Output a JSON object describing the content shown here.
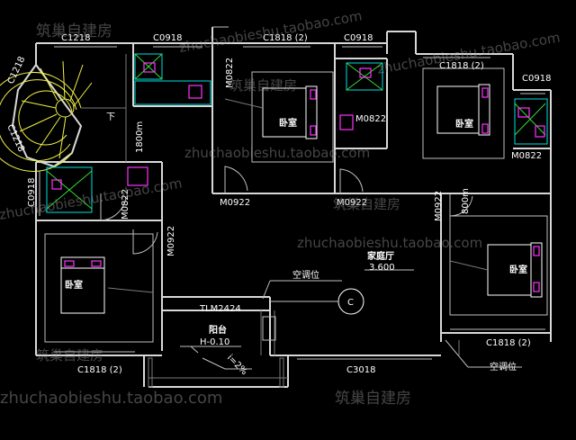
{
  "labels": {
    "c1218_top": "C1218",
    "c0918_top1": "C0918",
    "c1818_top1": "C1818 (2)",
    "c0918_top2": "C0918",
    "c1818_top2": "C1818 (2)",
    "c0918_top3": "C0918",
    "c1218_left_a": "C1218",
    "c1218_left_b": "C1218",
    "m0822_1": "M0822",
    "m0822_2": "M0822",
    "m0822_3": "M0822",
    "m0822_4": "M0822",
    "dim_1800": "1800m",
    "dim_800": "800m",
    "down_arrow_text": "下",
    "c0918_left": "C0918",
    "m0922_1": "M0922",
    "m0922_2": "M0922",
    "m0922_3": "M0922",
    "m0922_4": "M0922",
    "family_hall": "家庭厅",
    "level_3600": "3.600",
    "ac_pos_1": "空调位",
    "ac_pos_2": "空调位",
    "axis_c": "C",
    "tlm2424": "TLM2424",
    "balcony": "阳台",
    "balcony_level": "H-0.10",
    "slope": "i=2%",
    "c1818_bottom1": "C1818 (2)",
    "c3018": "C3018",
    "c1818_bottom2": "C1818 (2)"
  },
  "rooms": {
    "bedroom_1": "卧室",
    "bedroom_2": "卧室",
    "bedroom_3": "卧室",
    "bedroom_4": "卧室"
  },
  "watermarks": {
    "brand": "筑巢自建房",
    "url": "zhuchaobieshu.taobao.com"
  },
  "colors": {
    "wall": "#d8d8d8",
    "magenta": "#ff33ff",
    "cyan": "#00e0e0",
    "green": "#33dd33",
    "yellow": "#f2f244"
  }
}
